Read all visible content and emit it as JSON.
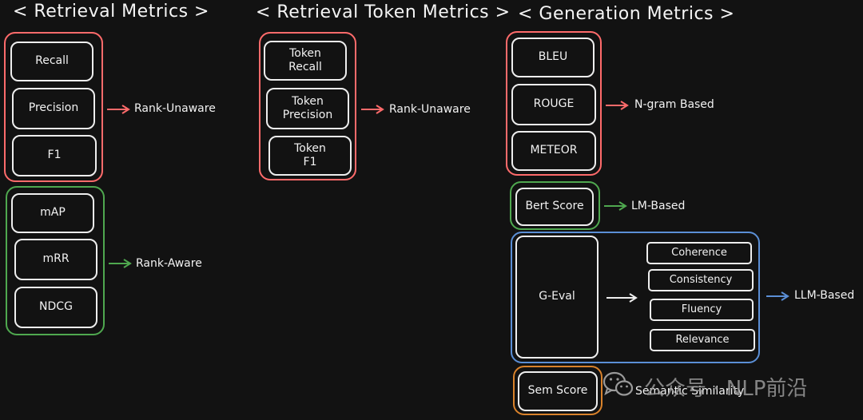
{
  "headings": {
    "retrieval": "< Retrieval Metrics >",
    "retrieval_token": "< Retrieval Token Metrics >",
    "generation": "< Generation Metrics >"
  },
  "retrieval": {
    "rank_unaware_boxes": [
      "Recall",
      "Precision",
      "F1"
    ],
    "rank_unaware_label": "Rank-Unaware",
    "rank_aware_boxes": [
      "mAP",
      "mRR",
      "NDCG"
    ],
    "rank_aware_label": "Rank-Aware"
  },
  "retrieval_token": {
    "boxes": [
      "Token\nRecall",
      "Token\nPrecision",
      "Token\nF1"
    ],
    "label": "Rank-Unaware"
  },
  "generation": {
    "ngram_boxes": [
      "BLEU",
      "ROUGE",
      "METEOR"
    ],
    "ngram_label": "N-gram Based",
    "lm_box": "Bert Score",
    "lm_label": "LM-Based",
    "geval_box": "G-Eval",
    "geval_items": [
      "Coherence",
      "Consistency",
      "Fluency",
      "Relevance"
    ],
    "llm_label": "LLM-Based",
    "sem_box": "Sem Score",
    "sem_label": "Semantic Similarity"
  },
  "colors": {
    "red": "#ff6b6b",
    "green": "#4fa84f",
    "blue": "#5b8fd6",
    "orange": "#d9822b"
  },
  "watermark": {
    "icon": "wechat-icon",
    "text": "公众号 · NLP前沿"
  }
}
